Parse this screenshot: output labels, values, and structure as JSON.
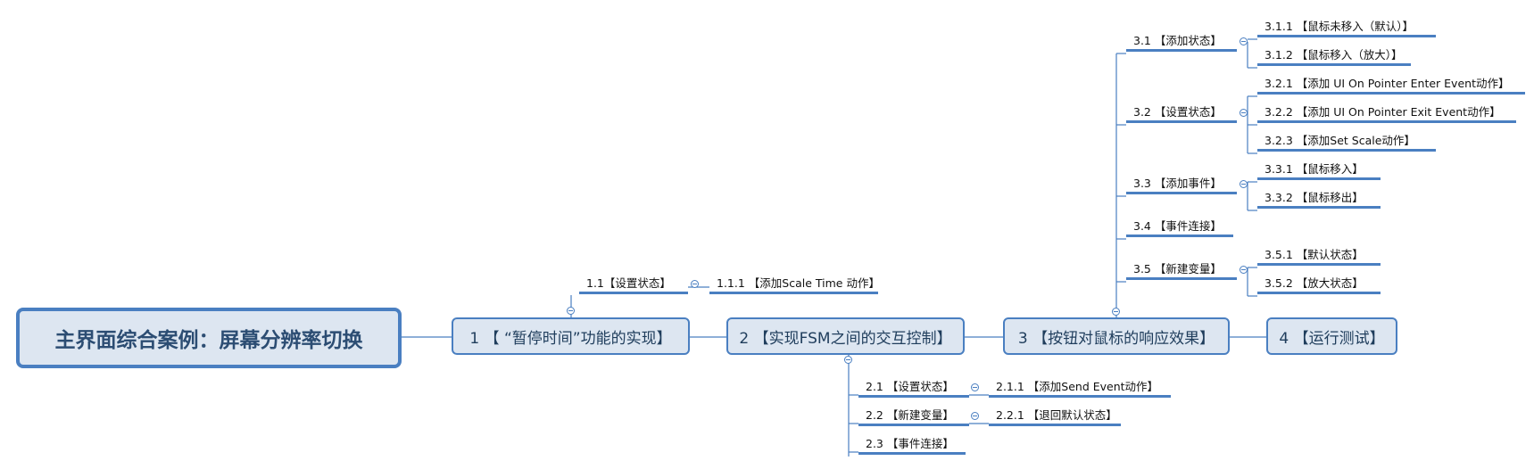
{
  "root": {
    "label": "主界面综合案例：屏幕分辨率切换"
  },
  "topics": [
    {
      "label": "1 【 “暂停时间”功能的实现】",
      "children": [
        {
          "label": "1.1【设置状态】",
          "children": [
            {
              "label": "1.1.1 【添加Scale Time 动作】"
            }
          ]
        }
      ]
    },
    {
      "label": "2 【实现FSM之间的交互控制】",
      "children": [
        {
          "label": "2.1 【设置状态】",
          "children": [
            {
              "label": "2.1.1 【添加Send Event动作】"
            }
          ]
        },
        {
          "label": "2.2 【新建变量】",
          "children": [
            {
              "label": "2.2.1 【退回默认状态】"
            }
          ]
        },
        {
          "label": "2.3 【事件连接】"
        }
      ]
    },
    {
      "label": "3 【按钮对鼠标的响应效果】",
      "children": [
        {
          "label": "3.1 【添加状态】",
          "children": [
            {
              "label": "3.1.1 【鼠标未移入（默认）】"
            },
            {
              "label": "3.1.2 【鼠标移入（放大）】"
            }
          ]
        },
        {
          "label": "3.2 【设置状态】",
          "children": [
            {
              "label": "3.2.1 【添加 UI On Pointer Enter Event动作】"
            },
            {
              "label": "3.2.2 【添加 UI On Pointer Exit Event动作】"
            },
            {
              "label": "3.2.3 【添加Set Scale动作】"
            }
          ]
        },
        {
          "label": "3.3 【添加事件】",
          "children": [
            {
              "label": "3.3.1 【鼠标移入】"
            },
            {
              "label": "3.3.2 【鼠标移出】"
            }
          ]
        },
        {
          "label": "3.4 【事件连接】"
        },
        {
          "label": "3.5 【新建变量】",
          "children": [
            {
              "label": "3.5.1 【默认状态】"
            },
            {
              "label": "3.5.2 【放大状态】"
            }
          ]
        }
      ]
    },
    {
      "label": "4 【运行测试】"
    }
  ],
  "colors": {
    "line": "#4a7fc1",
    "node_fill": "#dde6f1",
    "text": "#1f3d5c"
  }
}
